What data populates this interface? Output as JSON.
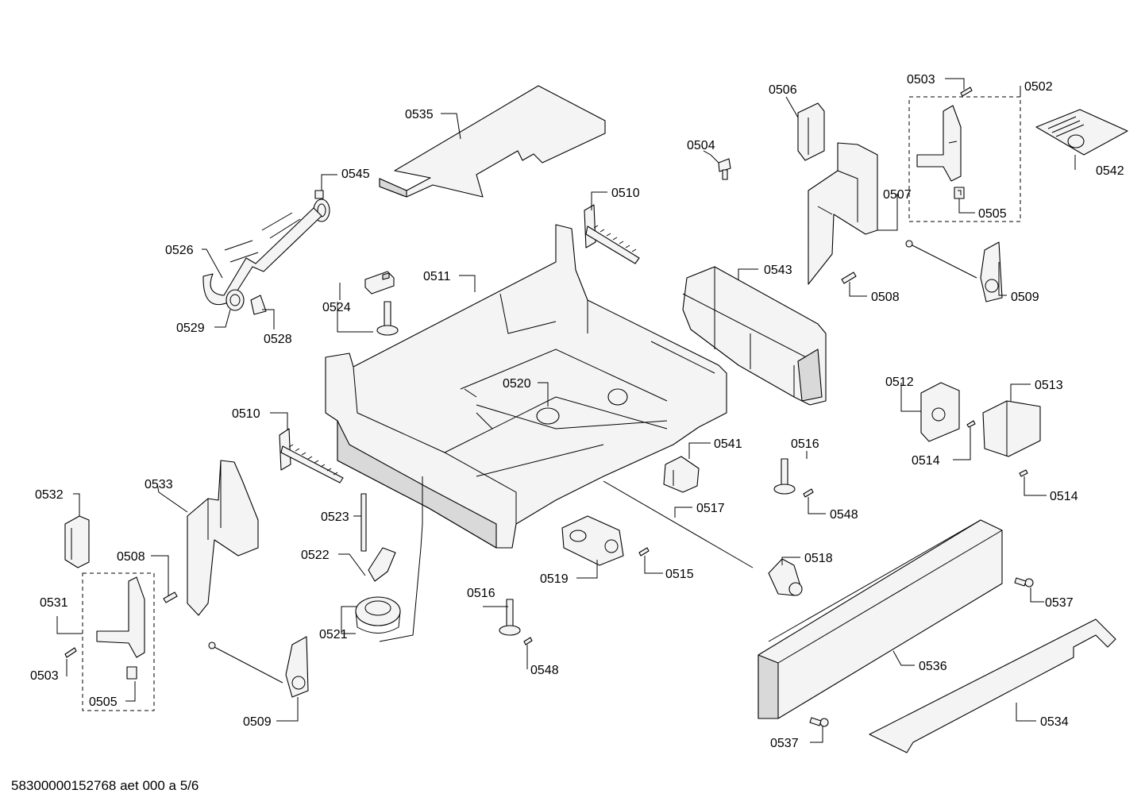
{
  "footer": "58300000152768 aet 000 a 5/6",
  "labels": {
    "l0535": "0535",
    "l0545": "0545",
    "l0526": "0526",
    "l0529": "0529",
    "l0528": "0528",
    "l0524": "0524",
    "l0510a": "0510",
    "l0511": "0511",
    "l0504": "0504",
    "l0506": "0506",
    "l0503a": "0503",
    "l0502": "0502",
    "l0542": "0542",
    "l0507": "0507",
    "l0505a": "0505",
    "l0543": "0543",
    "l0508a": "0508",
    "l0509a": "0509",
    "l0512": "0512",
    "l0513": "0513",
    "l0514a": "0514",
    "l0514b": "0514",
    "l0520": "0520",
    "l0510b": "0510",
    "l0541": "0541",
    "l0516a": "0516",
    "l0548a": "0548",
    "l0532": "0532",
    "l0533": "0533",
    "l0523": "0523",
    "l0517": "0517",
    "l0522": "0522",
    "l0518": "0518",
    "l0508b": "0508",
    "l0519": "0519",
    "l0515": "0515",
    "l0531": "0531",
    "l0521": "0521",
    "l0516b": "0516",
    "l0537a": "0537",
    "l0503b": "0503",
    "l0548b": "0548",
    "l0536": "0536",
    "l0505b": "0505",
    "l0509b": "0509",
    "l0534": "0534",
    "l0537b": "0537"
  }
}
